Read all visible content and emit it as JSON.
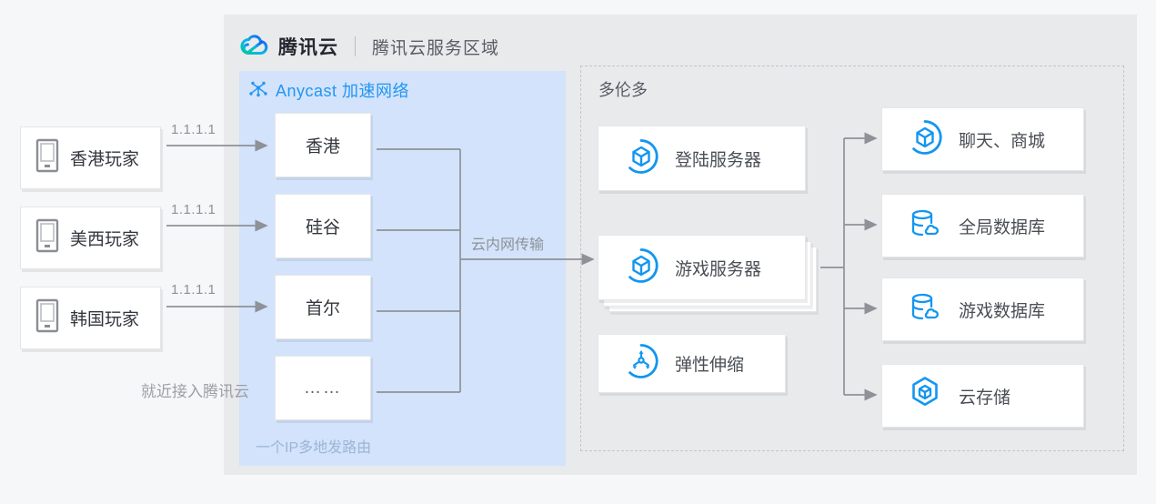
{
  "header": {
    "logo_icon": "tencent-cloud-logo-icon",
    "brand": "腾讯云",
    "divider": "|",
    "subtitle": "腾讯云服务区域"
  },
  "anycast": {
    "icon": "network-nodes-icon",
    "title": "Anycast 加速网络",
    "footer_note": "一个IP多地发路由",
    "regions": [
      {
        "label": "香港"
      },
      {
        "label": "硅谷"
      },
      {
        "label": "首尔"
      },
      {
        "label": "……"
      }
    ]
  },
  "players": [
    {
      "label": "香港玩家",
      "icon": "mobile-device-icon",
      "ip": "1.1.1.1"
    },
    {
      "label": "美西玩家",
      "icon": "mobile-device-icon",
      "ip": "1.1.1.1"
    },
    {
      "label": "韩国玩家",
      "icon": "mobile-device-icon",
      "ip": "1.1.1.1"
    }
  ],
  "labels": {
    "nearest_access": "就近接入腾讯云",
    "intranet_transfer": "云内网传输"
  },
  "toronto": {
    "title": "多伦多",
    "core_services": [
      {
        "label": "登陆服务器",
        "icon": "cube-circle-icon",
        "stacked": false
      },
      {
        "label": "游戏服务器",
        "icon": "cube-circle-icon",
        "stacked": true
      },
      {
        "label": "弹性伸缩",
        "icon": "auto-scaling-icon",
        "stacked": false
      }
    ],
    "backend_services": [
      {
        "label": "聊天、商城",
        "icon": "cube-circle-icon"
      },
      {
        "label": "全局数据库",
        "icon": "database-cloud-icon"
      },
      {
        "label": "游戏数据库",
        "icon": "database-cloud-icon"
      },
      {
        "label": "云存储",
        "icon": "hexagon-cube-icon"
      }
    ]
  },
  "colors": {
    "page_bg": "#f6f7f9",
    "panel_bg": "#e9eaec",
    "anycast_bg": "#d3e3fb",
    "accent_blue": "#1296f0",
    "title_blue": "#2196f3",
    "wire_gray": "#8e9298",
    "text_dark": "#33373d",
    "text_muted": "#8d9197"
  }
}
